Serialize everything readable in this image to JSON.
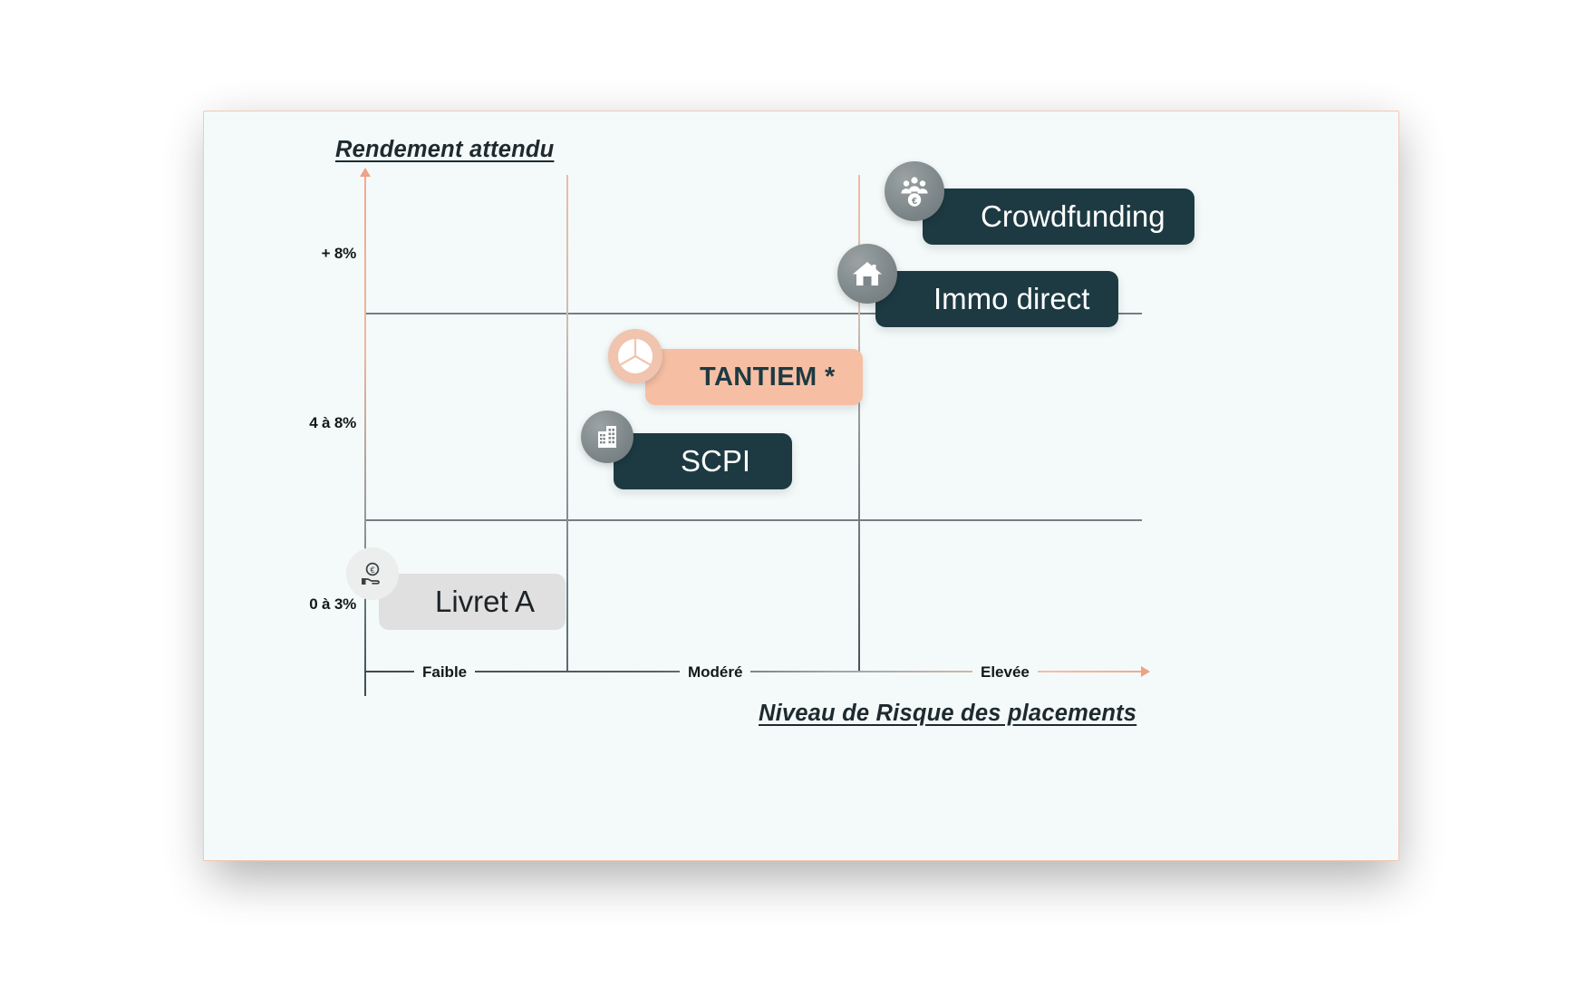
{
  "chart_data": {
    "type": "scatter",
    "title": "",
    "ylabel": "Rendement attendu",
    "xlabel": "Niveau de Risque des placements",
    "categories": [
      "Faible",
      "Modéré",
      "Elevée"
    ],
    "y_tick_labels": [
      "+ 8%",
      "4 à 8%",
      "0 à 3%"
    ],
    "grid": true,
    "legend": "none",
    "points": [
      {
        "label": "Crowdfunding",
        "risk": "Elevée",
        "yield": "+ 8%",
        "icon": "crowdfunding-people-euro-icon",
        "style": "dark"
      },
      {
        "label": "Immo direct",
        "risk": "Elevée",
        "yield": "+ 8%",
        "icon": "house-icon",
        "style": "dark"
      },
      {
        "label": "TANTIEM *",
        "risk": "Modéré",
        "yield": "4 à 8%",
        "icon": "pie-chart-icon",
        "style": "peach"
      },
      {
        "label": "SCPI",
        "risk": "Modéré",
        "yield": "4 à 8%",
        "icon": "office-buildings-icon",
        "style": "dark"
      },
      {
        "label": "Livret A",
        "risk": "Faible",
        "yield": "0 à 3%",
        "icon": "hand-euro-coin-icon",
        "style": "gray"
      }
    ]
  },
  "chart": {
    "y_axis_title": "Rendement attendu",
    "x_axis_title": "Niveau de Risque des placements",
    "y_ticks": [
      {
        "label": "+ 8%"
      },
      {
        "label": "4 à 8%"
      },
      {
        "label": "0 à 3%"
      }
    ],
    "x_ticks": [
      {
        "label": "Faible"
      },
      {
        "label": "Modéré"
      },
      {
        "label": "Elevée"
      }
    ],
    "markers": [
      {
        "label": "Crowdfunding"
      },
      {
        "label": "Immo direct"
      },
      {
        "label": "TANTIEM *"
      },
      {
        "label": "SCPI"
      },
      {
        "label": "Livret A"
      }
    ]
  },
  "colors": {
    "canvas": "#f4fafa",
    "card_border": "#f3c9b4",
    "accent_peach": "#f2a98b",
    "pill_dark": "#1d3a42",
    "pill_peach": "#f6bfa4",
    "pill_gray": "#e0e0e0",
    "axis_dark": "#3c4a50",
    "grid": "#5c686d"
  }
}
